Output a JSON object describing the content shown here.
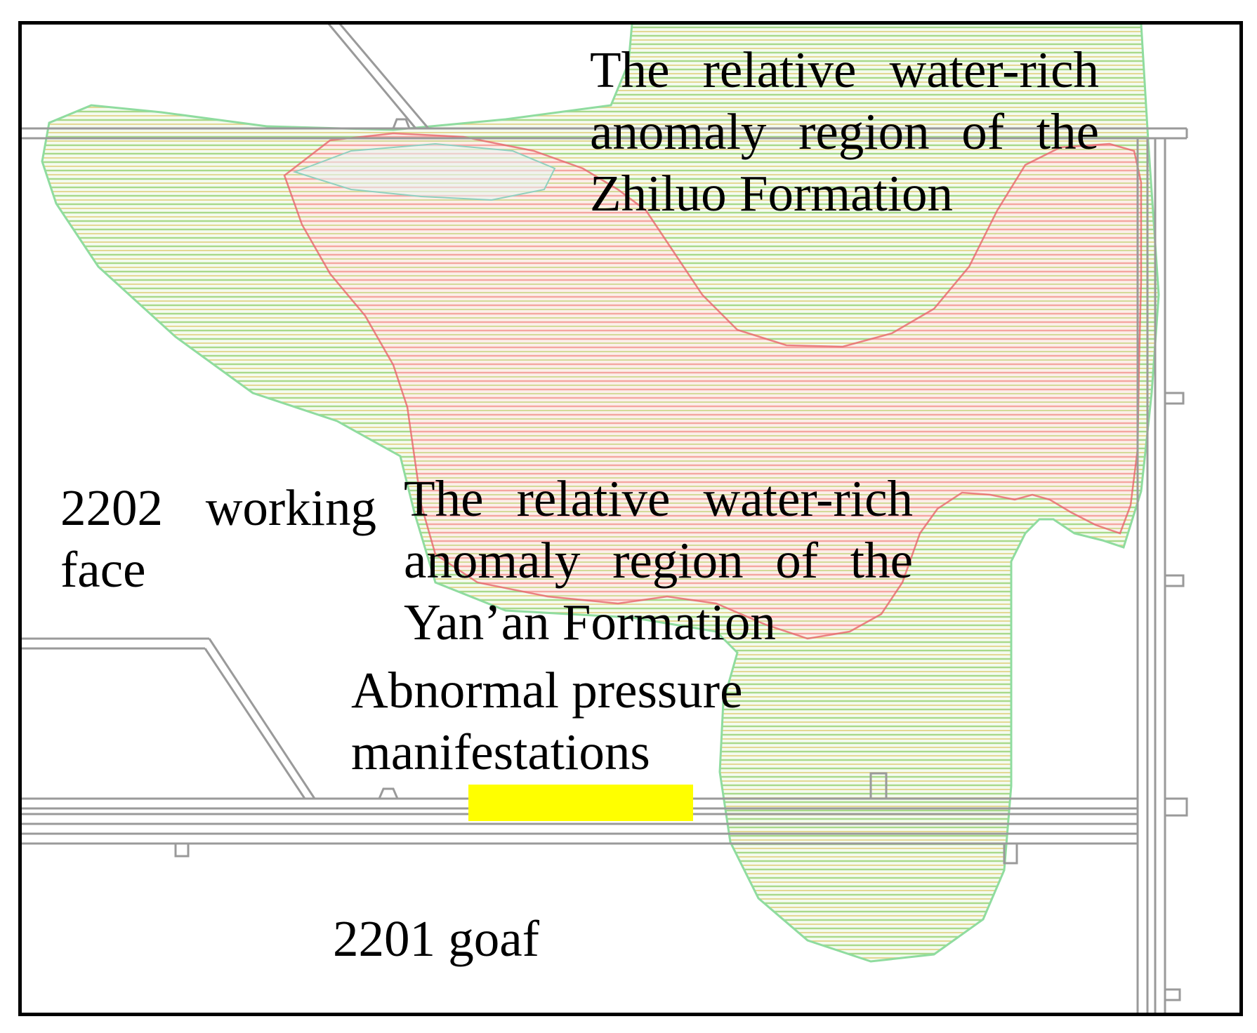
{
  "labels": {
    "zhiluo": "The relative water-rich anomaly region of the Zhiluo Formation",
    "yanan": "The relative water-rich anomaly region of the Yan’an Formation",
    "working_face": "2202 working face",
    "pressure": "Abnormal pressure manifestations",
    "goaf": "2201 goaf"
  },
  "colors": {
    "frame": "#000000",
    "roadway": "#9a9a9a",
    "zhiluo_hatch": "#a8d98a",
    "zhiluo_outline": "#8fdc9f",
    "yanan_hatch": "#f4a6a0",
    "yanan_outline": "#e8646a",
    "pressure_marker": "#ffff00"
  }
}
